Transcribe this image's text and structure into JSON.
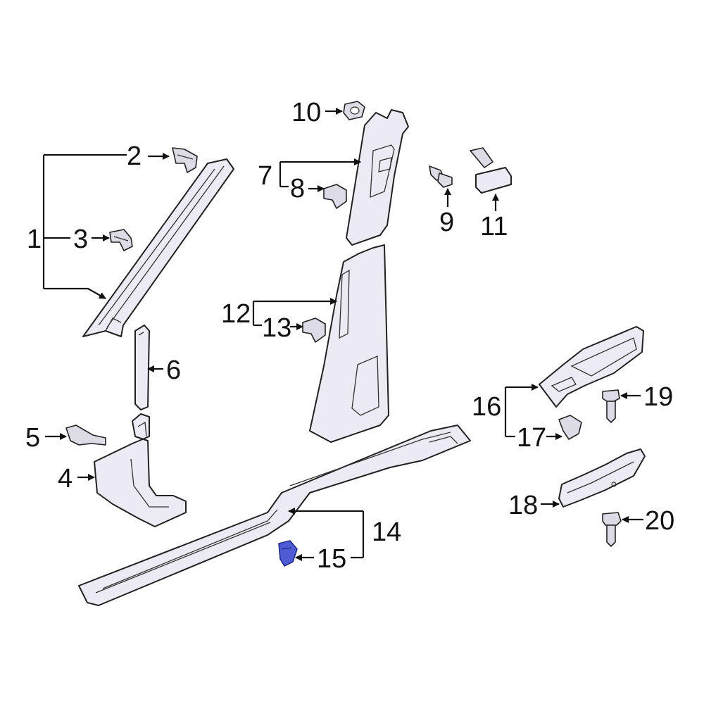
{
  "diagram": {
    "highlight_color": "#4f5bd5",
    "part_fill": "#ecebf3",
    "line_color": "#111111",
    "highlighted_part": "15",
    "callouts": {
      "c1": "1",
      "c2": "2",
      "c3": "3",
      "c4": "4",
      "c5": "5",
      "c6": "6",
      "c7": "7",
      "c8": "8",
      "c9": "9",
      "c10": "10",
      "c11": "11",
      "c12": "12",
      "c13": "13",
      "c14": "14",
      "c15": "15",
      "c16": "16",
      "c17": "17",
      "c18": "18",
      "c19": "19",
      "c20": "20"
    }
  }
}
